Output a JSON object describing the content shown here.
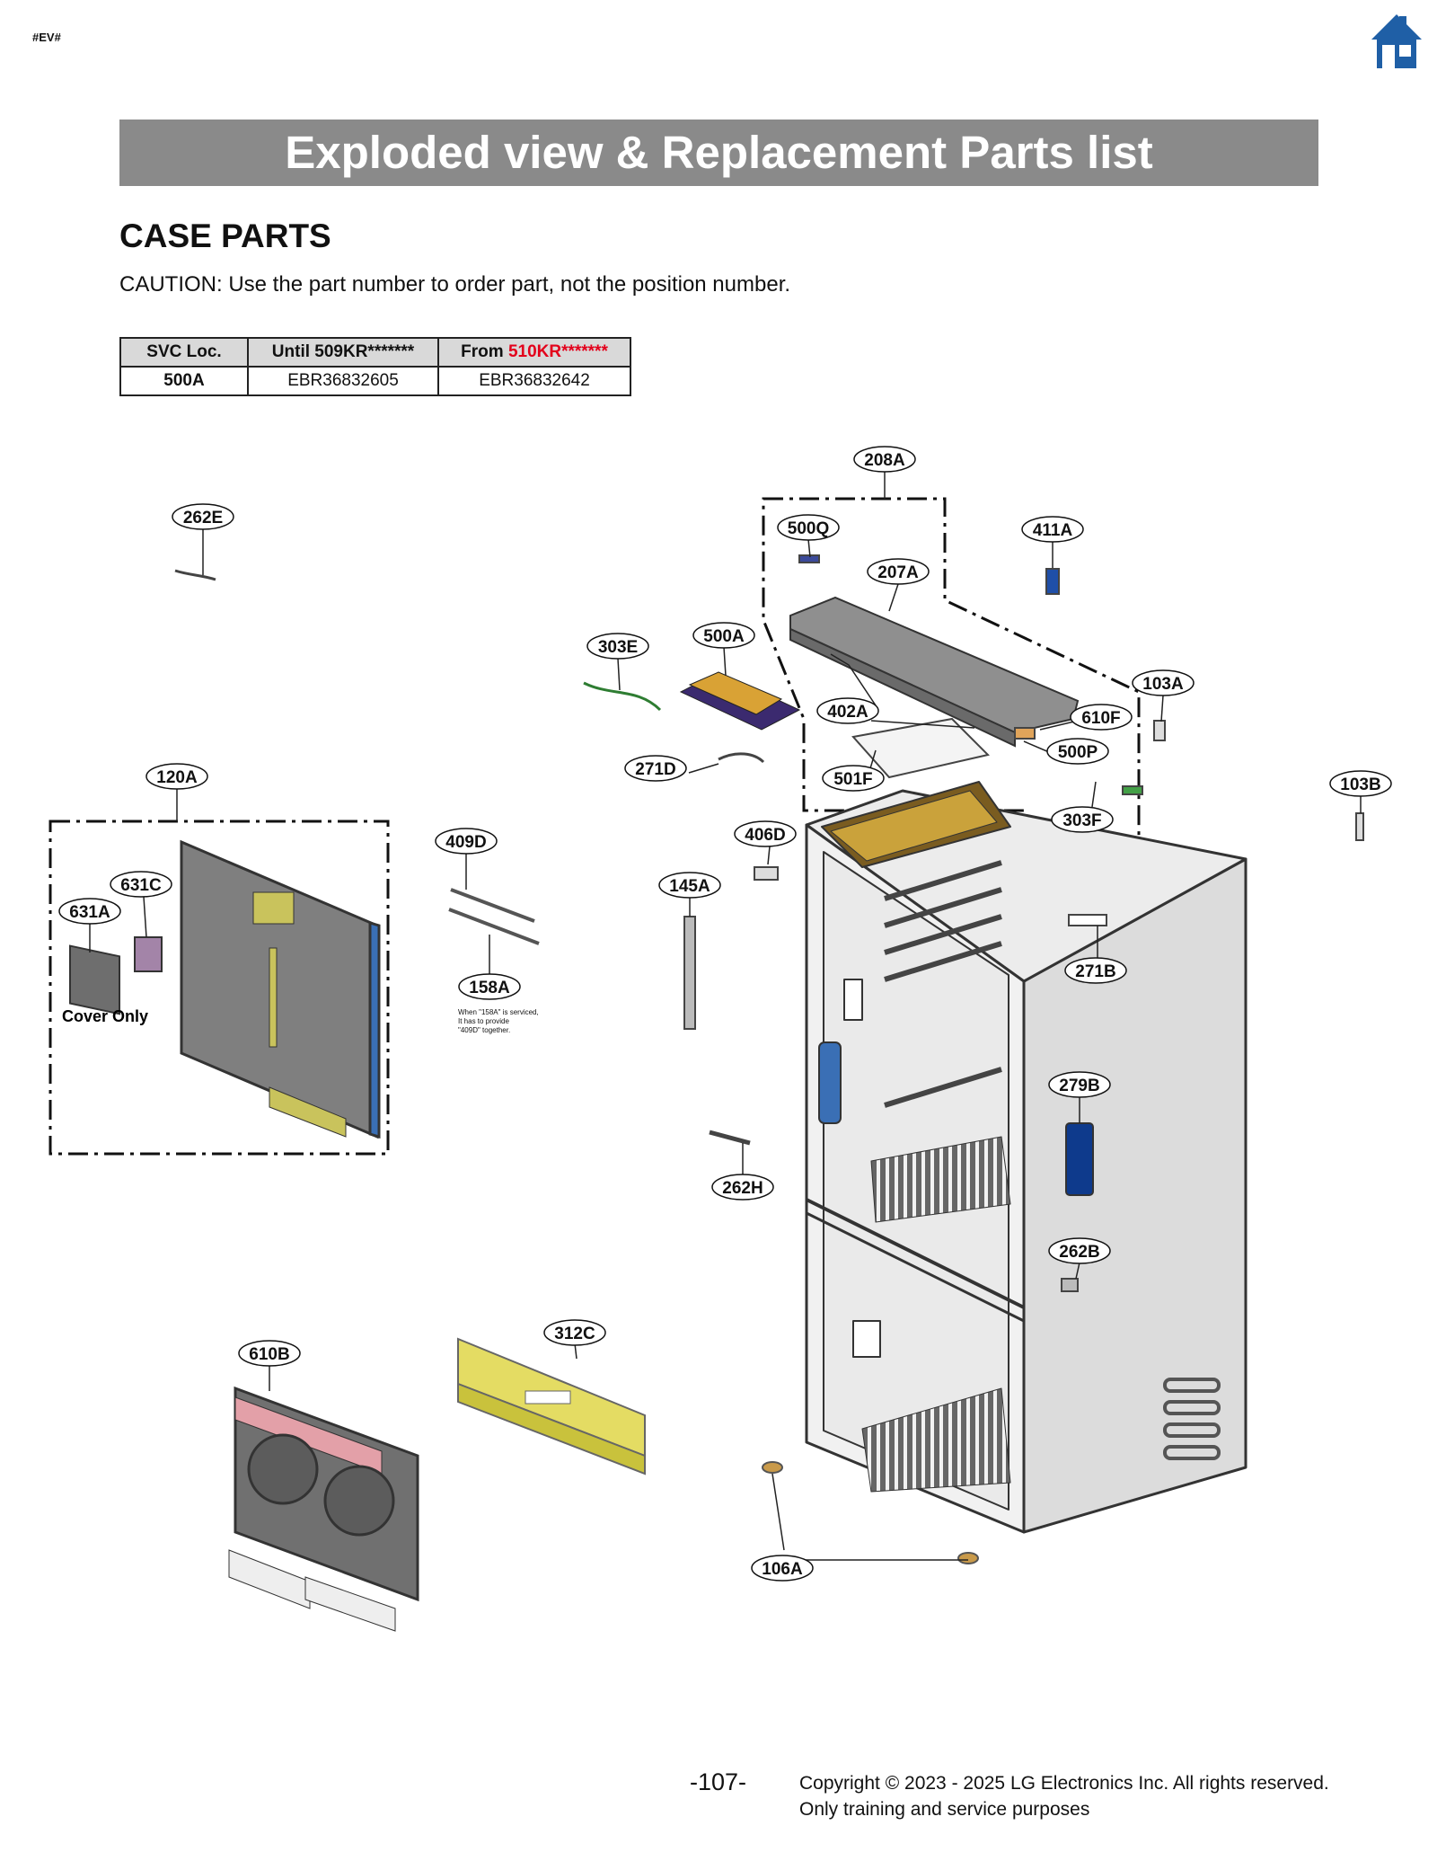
{
  "header": {
    "tag": "#EV#",
    "banner_title": "Exploded view & Replacement Parts list",
    "section_title": "CASE PARTS",
    "caution": "CAUTION: Use the part number to order part, not the position number."
  },
  "icons": {
    "home": "home-icon"
  },
  "colors": {
    "banner": "#8a8a8a",
    "home_icon": "#1f5fa6",
    "red": "#e3001b"
  },
  "svc_table": {
    "headers": {
      "svc_loc": "SVC Loc.",
      "until": "Until 509KR*******",
      "from_prefix": "From ",
      "from_code": "510KR*******"
    },
    "row": {
      "loc": "500A",
      "until": "EBR36832605",
      "from": "EBR36832642"
    }
  },
  "diagram": {
    "labels": {
      "l208A": "208A",
      "l262E": "262E",
      "l500Q": "500Q",
      "l411A": "411A",
      "l207A": "207A",
      "l303E": "303E",
      "l500A": "500A",
      "l103A": "103A",
      "l402A": "402A",
      "l610F": "610F",
      "l500P": "500P",
      "l271D": "271D",
      "l501F": "501F",
      "l120A": "120A",
      "l103B": "103B",
      "l303F": "303F",
      "l406D": "406D",
      "l409D": "409D",
      "l631C": "631C",
      "l145A": "145A",
      "l631A": "631A",
      "l271B": "271B",
      "l158A": "158A",
      "l279B": "279B",
      "l262H": "262H",
      "l262B": "262B",
      "l312C": "312C",
      "l610B": "610B",
      "l106A": "106A"
    },
    "cover_only": "Cover Only",
    "note_158A": [
      "When \"158A\" is serviced,",
      "It has to provide",
      "\"409D\" together."
    ]
  },
  "footer": {
    "page_number": "-107-",
    "copyright": "Copyright © 2023 - 2025 LG Electronics Inc. All rights reserved.",
    "purpose": "Only training and service purposes"
  }
}
